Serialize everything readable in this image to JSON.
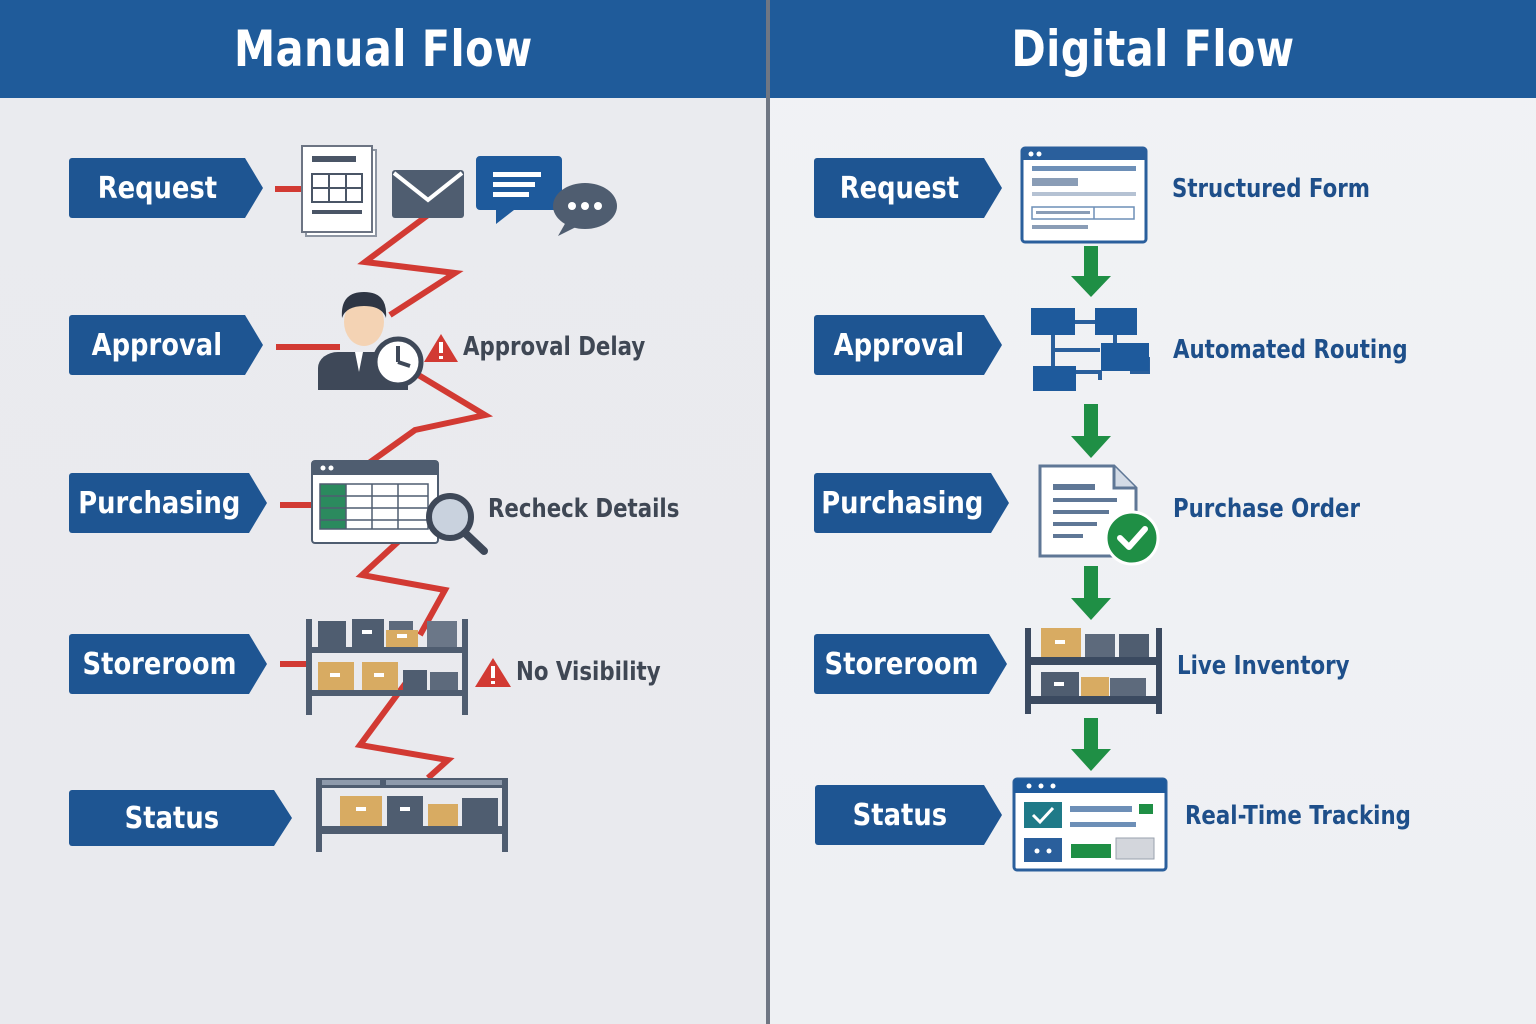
{
  "manual": {
    "title": "Manual Flow",
    "steps": [
      "Request",
      "Approval",
      "Purchasing",
      "Storeroom",
      "Status"
    ],
    "notes": {
      "approval": "Approval Delay",
      "purchasing": "Recheck Details",
      "storeroom": "No Visibility"
    }
  },
  "digital": {
    "title": "Digital Flow",
    "steps": [
      "Request",
      "Approval",
      "Purchasing",
      "Storeroom",
      "Status"
    ],
    "notes": {
      "request": "Structured Form",
      "approval": "Automated Routing",
      "purchasing": "Purchase Order",
      "storeroom": "Live Inventory",
      "status": "Real-Time Tracking"
    }
  },
  "colors": {
    "header": "#1f5b9a",
    "tag": "#1e5592",
    "problem_line": "#d23a33",
    "flow_arrow": "#1f8f45",
    "warning": "#d23a33",
    "box_tan": "#d8ab62",
    "box_slate": "#4f5d70"
  },
  "icons": [
    "document-icon",
    "envelope-icon",
    "chat-icon",
    "approver-clock-icon",
    "warning-icon",
    "spreadsheet-search-icon",
    "shelf-icon",
    "form-window-icon",
    "routing-icon",
    "purchase-order-check-icon",
    "dashboard-icon",
    "arrow-down-icon"
  ]
}
